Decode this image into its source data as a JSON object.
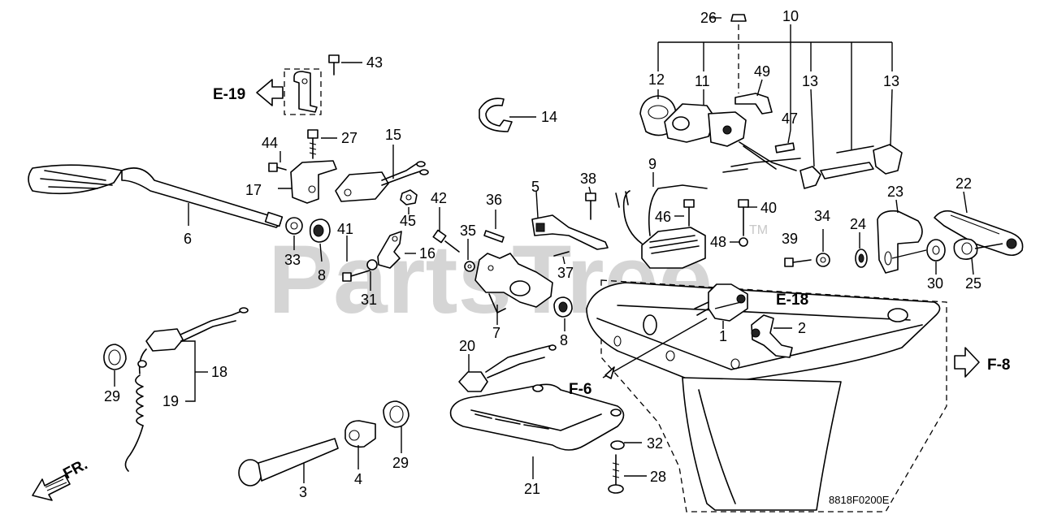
{
  "watermark": {
    "text": "PartsTree",
    "tm": "TM"
  },
  "drawing_code": "8818F0200E",
  "direction": {
    "label": "FR."
  },
  "references": {
    "e19": "E-19",
    "e18": "E-18",
    "f6": "F-6",
    "f8": "F-8"
  },
  "callouts": {
    "c1": "1",
    "c2": "2",
    "c3": "3",
    "c4": "4",
    "c5": "5",
    "c6": "6",
    "c7": "7",
    "c8a": "8",
    "c8b": "8",
    "c9": "9",
    "c10": "10",
    "c11": "11",
    "c12": "12",
    "c13a": "13",
    "c13b": "13",
    "c14": "14",
    "c15": "15",
    "c16": "16",
    "c17": "17",
    "c18": "18",
    "c19": "19",
    "c20": "20",
    "c21": "21",
    "c22": "22",
    "c23": "23",
    "c24": "24",
    "c25": "25",
    "c26": "26",
    "c27": "27",
    "c28": "28",
    "c29a": "29",
    "c29b": "29",
    "c30": "30",
    "c31": "31",
    "c32": "32",
    "c33": "33",
    "c34": "34",
    "c35": "35",
    "c36": "36",
    "c37": "37",
    "c38": "38",
    "c39": "39",
    "c40": "40",
    "c41": "41",
    "c42": "42",
    "c43": "43",
    "c44": "44",
    "c45": "45",
    "c46": "46",
    "c47": "47",
    "c48": "48",
    "c49": "49"
  }
}
